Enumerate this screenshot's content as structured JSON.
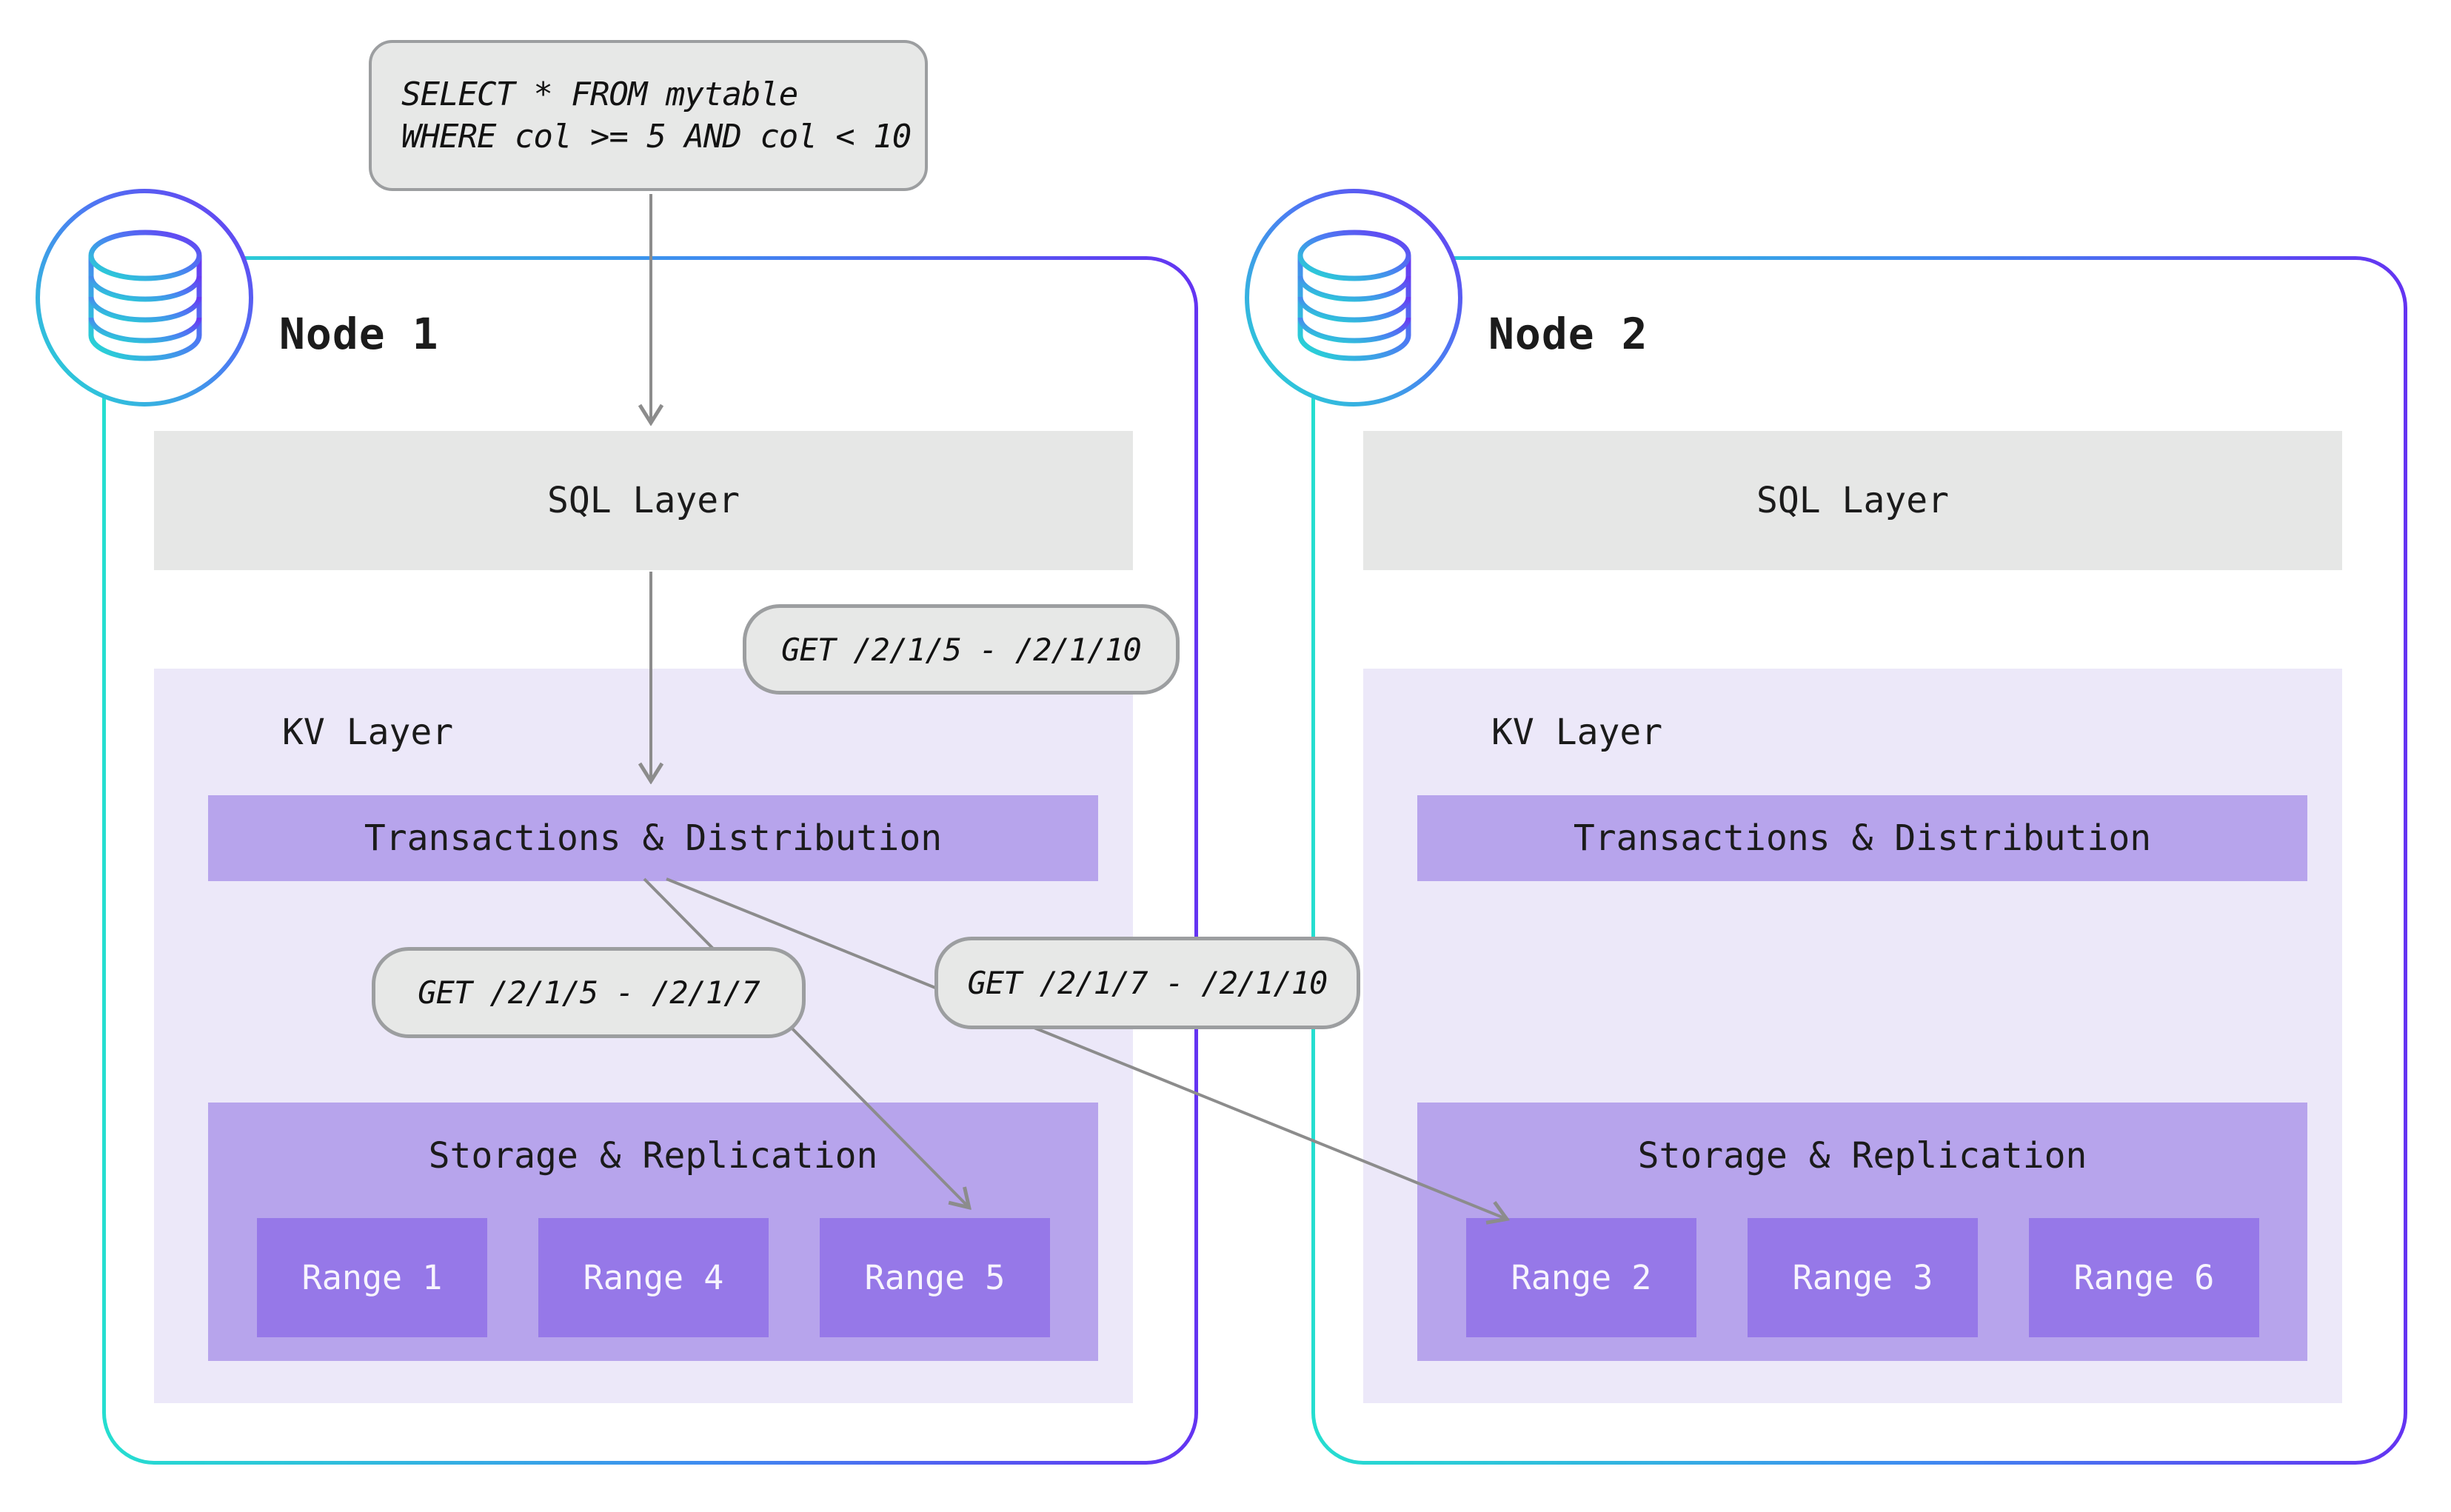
{
  "query_box": {
    "lines": [
      "SELECT * FROM mytable",
      "WHERE col >= 5 AND col < 10"
    ]
  },
  "get_labels": {
    "sql_to_kv": "GET /2/1/5 - /2/1/10",
    "txn_to_local_range": "GET /2/1/5 - /2/1/7",
    "txn_to_remote_range": "GET /2/1/7 - /2/1/10"
  },
  "nodes": [
    {
      "label": "Node 1",
      "sql_layer": "SQL Layer",
      "kv_layer": "KV Layer",
      "transactions": "Transactions & Distribution",
      "storage": "Storage & Replication",
      "ranges": [
        "Range 1",
        "Range 4",
        "Range 5"
      ]
    },
    {
      "label": "Node 2",
      "sql_layer": "SQL Layer",
      "kv_layer": "KV Layer",
      "transactions": "Transactions & Distribution",
      "storage": "Storage & Replication",
      "ranges": [
        "Range 2",
        "Range 3",
        "Range 6"
      ]
    }
  ],
  "colors": {
    "background": "#ffffff",
    "callout_bg": "#e7e8e7",
    "callout_border": "#9c9ea0",
    "sql_layer_bg": "#e6e7e6",
    "kv_panel_bg": "#ece8f9",
    "purple_bar_bg": "#b7a4ec",
    "range_bg": "#9678e8",
    "range_text": "#f7f4fd",
    "text_dark": "#1b1b1b",
    "arrow_gray": "#8c8c8c",
    "node_gradient_start": "#25ded0",
    "node_gradient_mid": "#3f8cf0",
    "node_gradient_end": "#6433f2"
  }
}
